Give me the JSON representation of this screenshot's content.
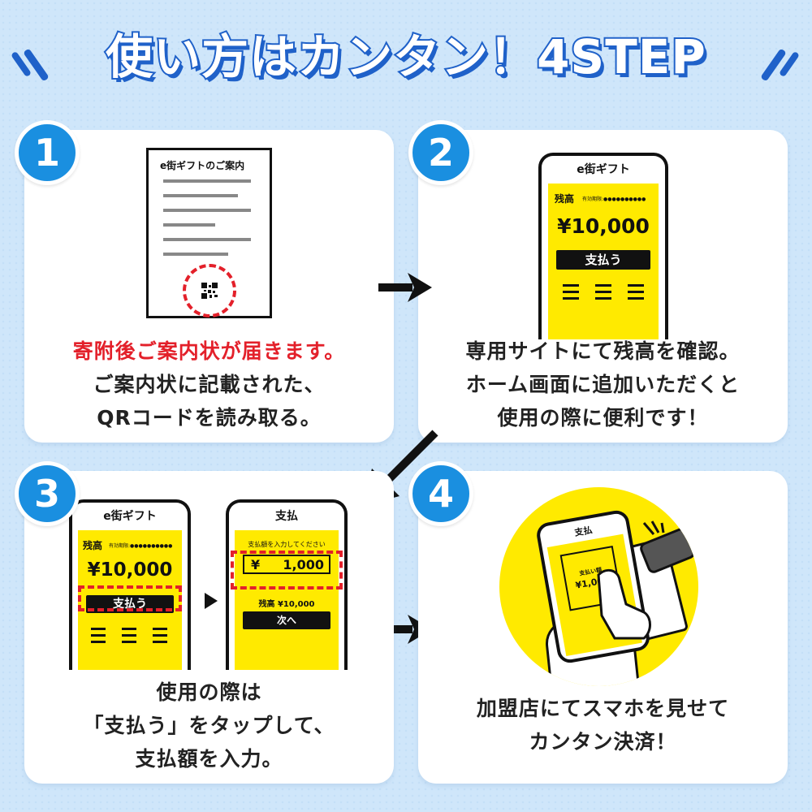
{
  "title": "使い方はカンタン！4STEP",
  "colors": {
    "accent": "#1a8fe0",
    "title_blue": "#1f61c9",
    "highlight_red": "#e3202a",
    "screen_yellow": "#ffea00"
  },
  "steps": [
    {
      "number": "1",
      "doc_title": "e街ギフトのご案内",
      "caption_red": "寄附後ご案内状が届きます。",
      "caption_lines": [
        "ご案内状に記載された、",
        "QRコードを読み取る。"
      ]
    },
    {
      "number": "2",
      "phone_title": "e街ギフト",
      "balance_label": "残高",
      "expiry_label": "有効期限:●●●●●●●●●●",
      "balance_amount": "¥10,000",
      "pay_button": "支払う",
      "caption_lines": [
        "専用サイトにて残高を確認。",
        "ホーム画面に追加いただくと",
        "使用の際に便利です！"
      ]
    },
    {
      "number": "3",
      "phone1_title": "e街ギフト",
      "balance_label": "残高",
      "expiry_label": "有効期限:●●●●●●●●●●",
      "balance_amount": "¥10,000",
      "pay_button": "支払う",
      "phone2_title": "支払",
      "input_prompt": "支払額を入力してください",
      "input_currency": "¥",
      "input_amount": "1,000",
      "remaining": "残高 ¥10,000",
      "next_button": "次へ",
      "caption_lines": [
        "使用の際は",
        "「支払う」をタップして、",
        "支払額を入力。"
      ]
    },
    {
      "number": "4",
      "phone_title": "支払",
      "pay_label": "支払い額",
      "pay_amount": "¥1,000",
      "caption_lines": [
        "加盟店にてスマホを見せて",
        "カンタン決済！"
      ]
    }
  ]
}
